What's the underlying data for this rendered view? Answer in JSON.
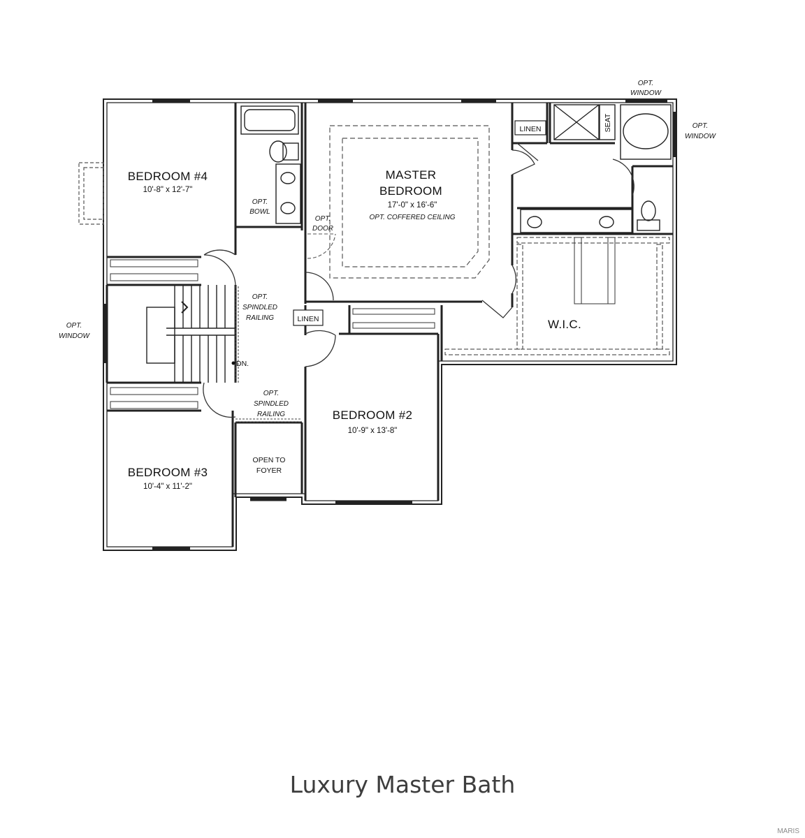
{
  "caption": "Luxury Master Bath",
  "watermark": "MARIS",
  "rooms": {
    "bedroom4": {
      "name": "BEDROOM #4",
      "dims": "10'-8\" x 12'-7\""
    },
    "master": {
      "name_line1": "MASTER",
      "name_line2": "BEDROOM",
      "dims": "17'-0\" x 16'-6\"",
      "note": "OPT. COFFERED CEILING"
    },
    "bedroom2": {
      "name": "BEDROOM #2",
      "dims": "10'-9\" x 13'-8\""
    },
    "bedroom3": {
      "name": "BEDROOM #3",
      "dims": "10'-4\" x 11'-2\""
    },
    "wic": {
      "name": "W.I.C."
    },
    "open_foyer": {
      "line1": "OPEN TO",
      "line2": "FOYER"
    }
  },
  "labels": {
    "linen_master": "LINEN",
    "linen_hall": "LINEN",
    "seat": "SEAT",
    "opt_bowl_1": "OPT.",
    "opt_bowl_2": "BOWL",
    "opt_door_1": "OPT.",
    "opt_door_2": "DOOR",
    "spindled_top_1": "OPT.",
    "spindled_top_2": "SPINDLED",
    "spindled_top_3": "RAILING",
    "spindled_bottom_1": "OPT.",
    "spindled_bottom_2": "SPINDLED",
    "spindled_bottom_3": "RAILING",
    "stair_down": "DN.",
    "opt_window_left_1": "OPT.",
    "opt_window_left_2": "WINDOW",
    "opt_window_right_1": "OPT.",
    "opt_window_right_2": "WINDOW",
    "opt_window_top_1": "OPT.",
    "opt_window_top_2": "WINDOW"
  }
}
